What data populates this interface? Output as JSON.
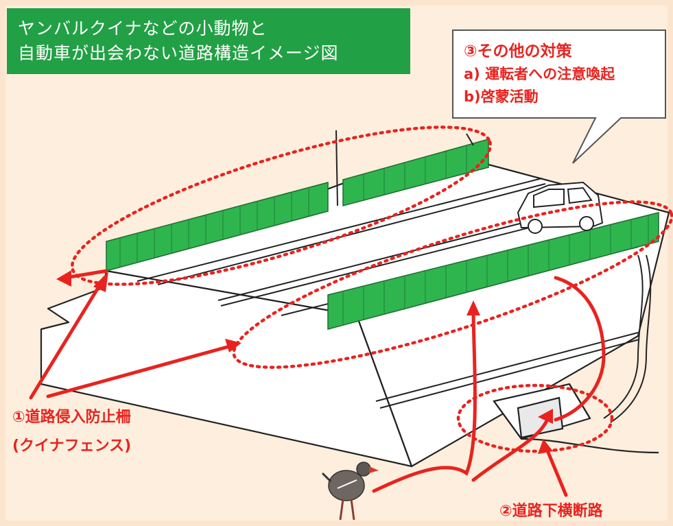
{
  "title": {
    "line1": "ヤンバルクイナなどの小動物と",
    "line2": "自動車が出会わない道路構造イメージ図"
  },
  "callout": {
    "heading": "③その他の対策",
    "items": [
      "a) 運転者への注意喚起",
      "b)啓蒙活動"
    ]
  },
  "labels": {
    "fence_line1": "①道路侵入防止柵",
    "fence_line2": "(クイナフェンス)",
    "culvert": "②道路下横断路"
  },
  "colors": {
    "title_bg": "#22a045",
    "annotation_red": "#e8231f",
    "fence_green": "#2fb54e",
    "background": "#fbe5cf"
  }
}
